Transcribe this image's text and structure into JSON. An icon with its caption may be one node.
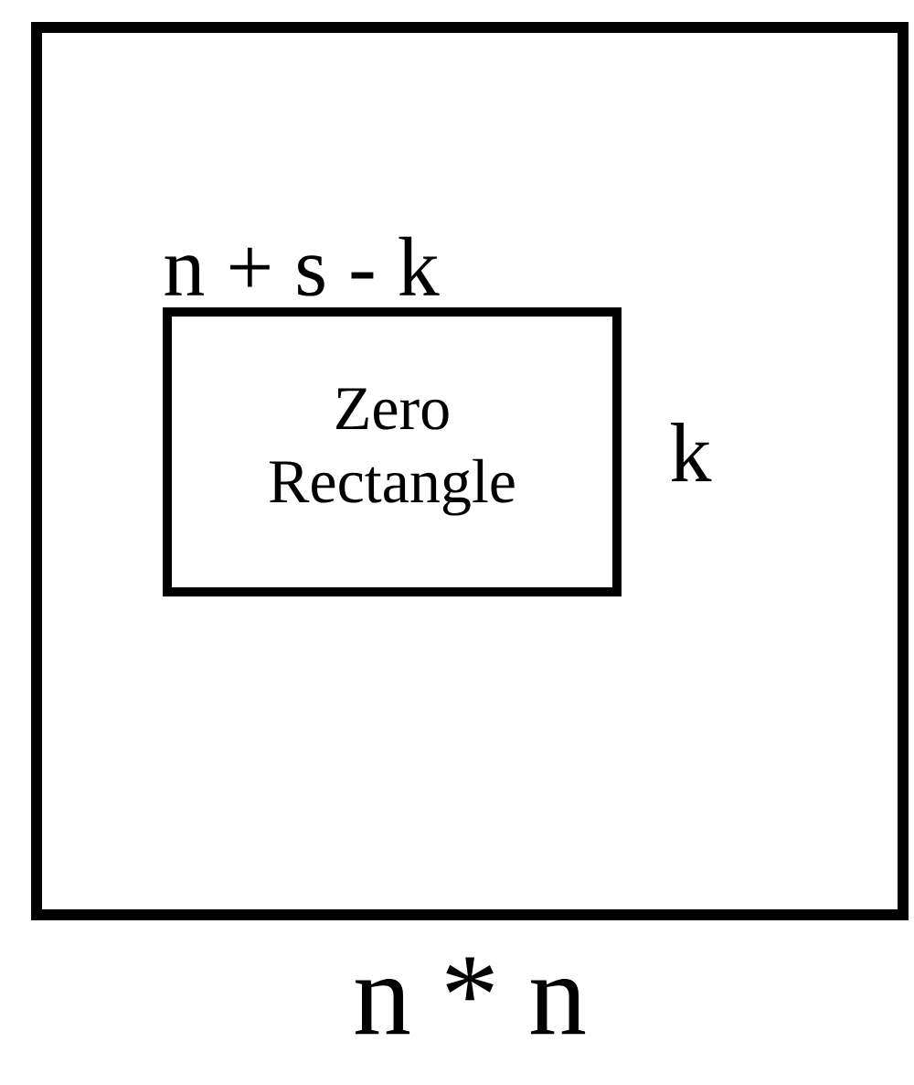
{
  "diagram": {
    "nodes": [
      {
        "text": [],
        "shape": "box",
        "beside": [
          "n * n"
        ]
      },
      {
        "text": [
          "Zero Rectangle"
        ],
        "in": 0,
        "beside": [
          "n + s - k",
          "k"
        ]
      }
    ]
  }
}
